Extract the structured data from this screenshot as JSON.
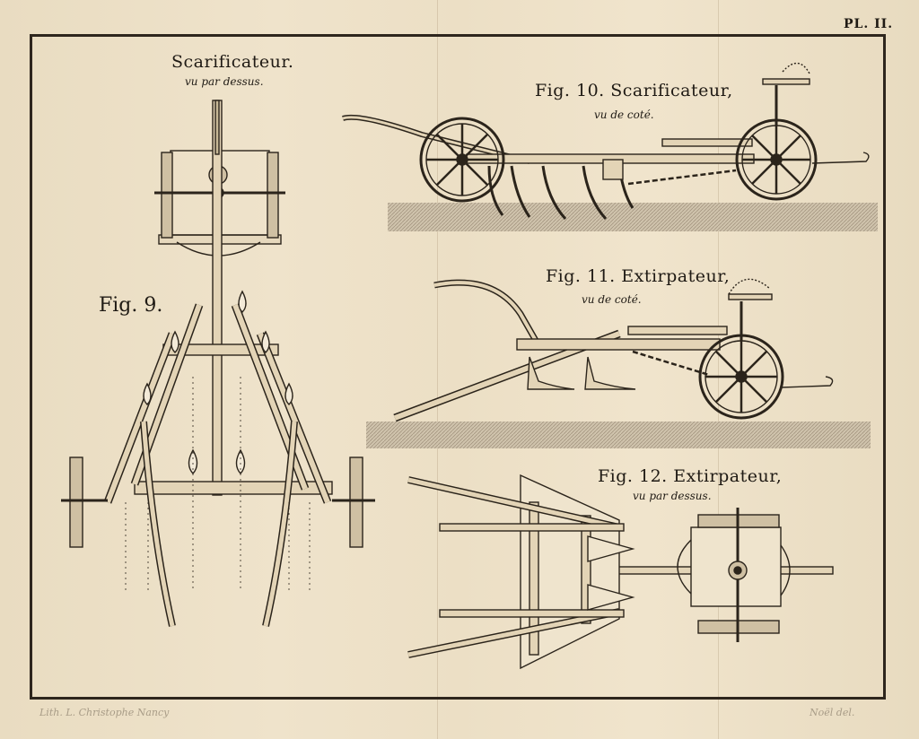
{
  "plate_label": "PL. II.",
  "figures": {
    "fig9": {
      "title": "Scarificateur.",
      "subtitle": "vu par dessus.",
      "label": "Fig. 9."
    },
    "fig10": {
      "title": "Fig. 10. Scarificateur,",
      "subtitle": "vu de coté."
    },
    "fig11": {
      "title": "Fig. 11. Extirpateur,",
      "subtitle": "vu de coté."
    },
    "fig12": {
      "title": "Fig. 12. Extirpateur,",
      "subtitle": "vu par dessus."
    }
  },
  "credits": {
    "lithographer": "Lith. L. Christophe Nancy",
    "draughtsman": "Noël del."
  },
  "colors": {
    "paper": "#ecdfc6",
    "ink": "#2e261d",
    "ground": "#b9ad98"
  }
}
